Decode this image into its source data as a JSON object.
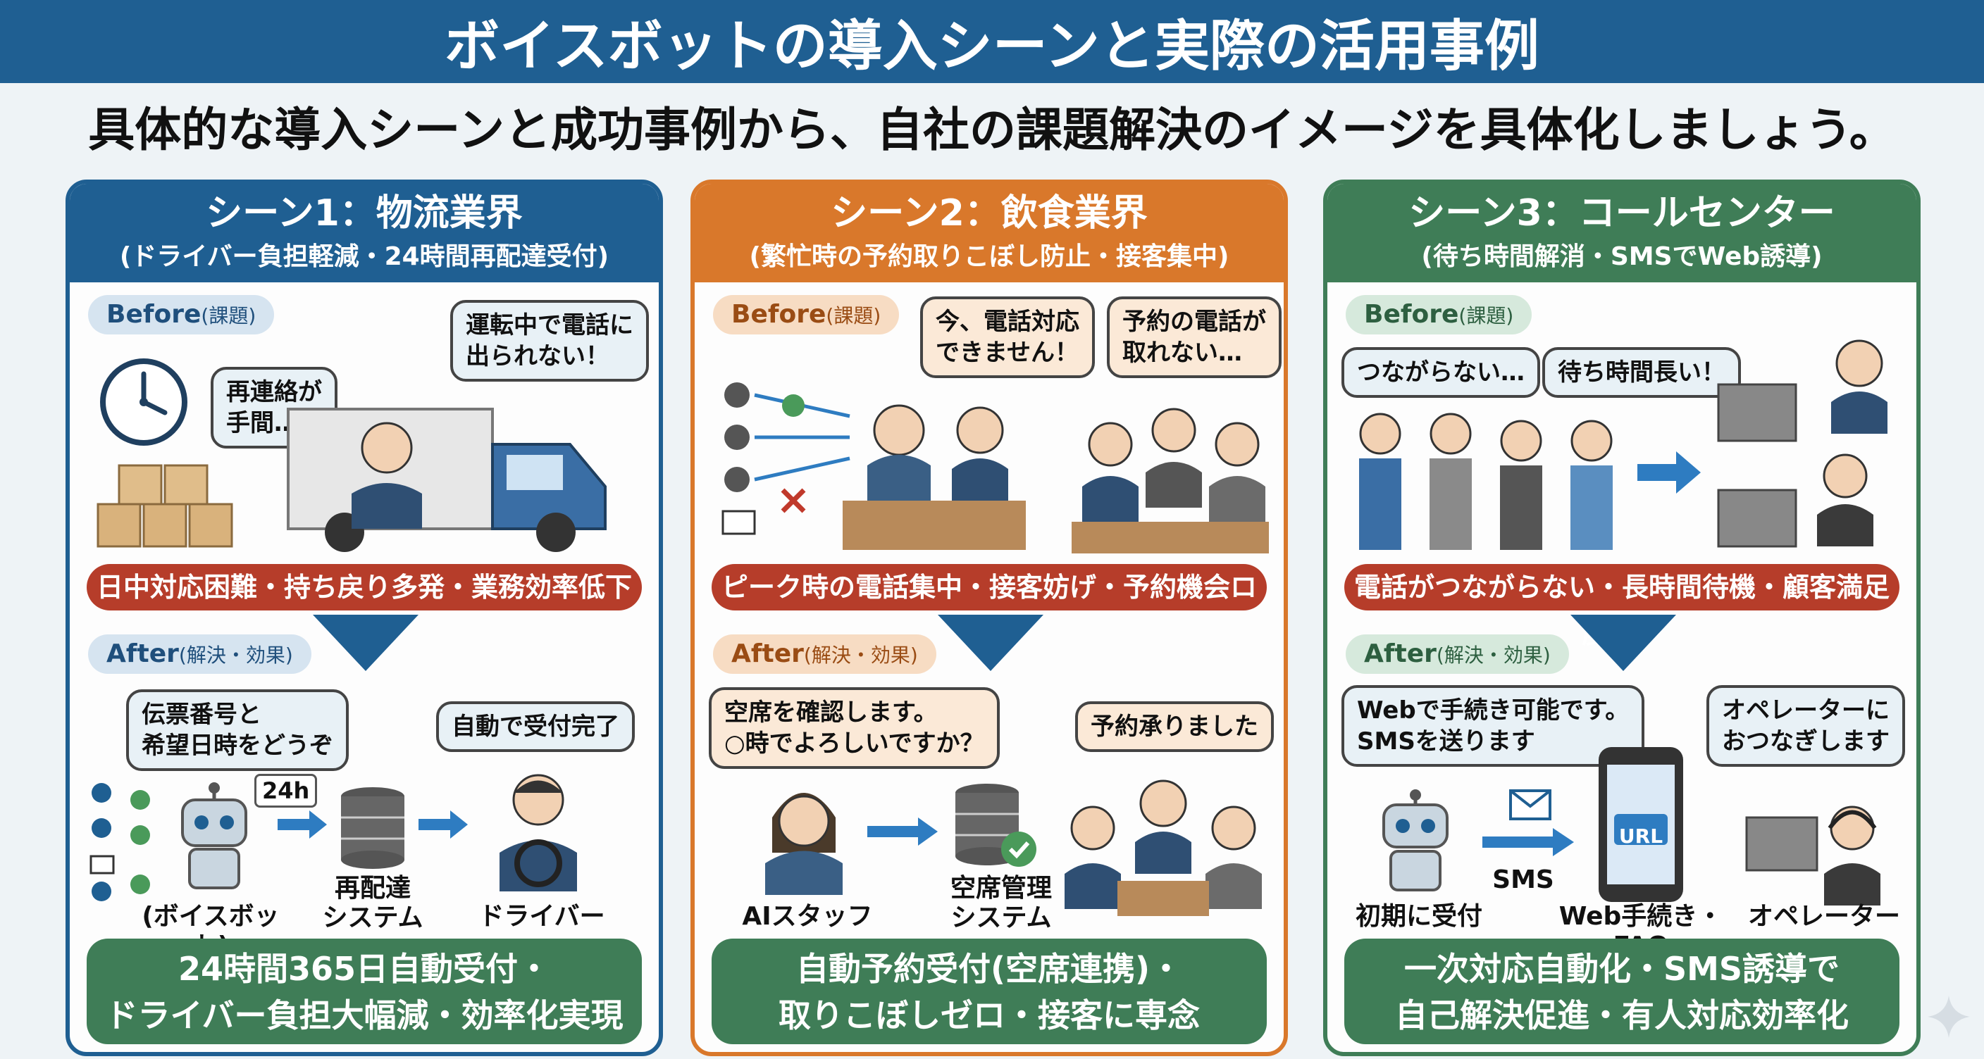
{
  "title": "ボイスボットの導入シーンと実際の活用事例",
  "subtitle": "具体的な導入シーンと成功事例から、自社の課題解決のイメージを具体化しましょう。",
  "before_tag": "Before",
  "before_tag_note": "(課題)",
  "after_tag": "After",
  "after_tag_note": "(解決・効果)",
  "scenes": [
    {
      "title": "シーン1：物流業界",
      "subtitle": "(ドライバー負担軽減・24時間再配達受付)",
      "before_bubbles": [
        "再連絡が\n手間…",
        "運転中で電話に\n出られない！"
      ],
      "problem": "日中対応困難・持ち戻り多発・業務効率低下",
      "after_bubbles": [
        "伝票番号と\n希望日時をどうぞ",
        "自動で受付完了"
      ],
      "badge": "24h",
      "labels": [
        "(ボイスボット)",
        "再配達\nシステム",
        "ドライバー"
      ],
      "result": "24時間365日自動受付・\nドライバー負担大幅減・効率化実現"
    },
    {
      "title": "シーン2：飲食業界",
      "subtitle": "(繁忙時の予約取りこぼし防止・接客集中)",
      "before_bubbles": [
        "今、電話対応\nできません！",
        "予約の電話が\n取れない…"
      ],
      "problem": "ピーク時の電話集中・接客妨げ・予約機会ロス",
      "after_bubbles": [
        "空席を確認します。\n○時でよろしいですか？",
        "予約承りました"
      ],
      "labels": [
        "AIスタッフ",
        "空席管理\nシステム"
      ],
      "result": "自動予約受付(空席連携)・\n取りこぼしゼロ・接客に専念"
    },
    {
      "title": "シーン3：コールセンター",
      "subtitle": "(待ち時間解消・SMSでWeb誘導)",
      "before_bubbles": [
        "つながらない…",
        "待ち時間長い！"
      ],
      "problem": "電話がつながらない・長時間待機・顧客満足度低下",
      "after_bubbles": [
        "Webで手続き可能です。\nSMSを送ります",
        "オペレーターに\nおつなぎします"
      ],
      "sms": "SMS",
      "url": "URL",
      "labels": [
        "初期に受付",
        "Web手続き・FAQ",
        "オペレーター"
      ],
      "result": "一次対応自動化・SMS誘導で\n自己解決促進・有人対応効率化"
    }
  ],
  "colors": {
    "title_bar": "#1f5f92",
    "scene1": "#1f5f92",
    "scene2": "#d9782b",
    "scene3": "#3f7d57",
    "problem": "#b63d2a",
    "result": "#3f7d57"
  }
}
